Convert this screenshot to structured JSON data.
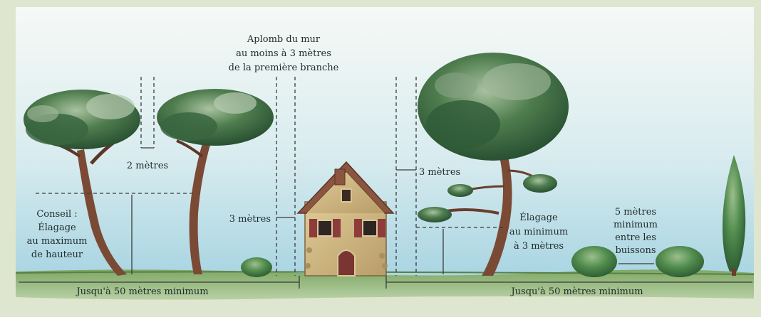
{
  "labels": {
    "wall_line1": "Aplomb du mur",
    "wall_line2": "au moins à 3 mètres",
    "wall_line3": "de la première branche",
    "two_meters": "2 mètres",
    "three_meters_house": "3 mètres",
    "three_meters_right": "3 mètres",
    "advice_line1": "Conseil :",
    "advice_line2": "Élagage",
    "advice_line3": "au maximum",
    "advice_line4": "de hauteur",
    "pruning_line1": "Élagage",
    "pruning_line2": "au minimum",
    "pruning_line3": "à 3 mètres",
    "bushes_line1": "5 mètres",
    "bushes_line2": "minimum",
    "bushes_line3": "entre les",
    "bushes_line4": "buissons",
    "distance_left": "Jusqu'à 50 mètres minimum",
    "distance_right": "Jusqu'à 50 mètres minimum"
  },
  "colors": {
    "sky_top": "#f3f7f6",
    "sky_bottom": "#b6dbe6",
    "foliage_dark": "#2f5b38",
    "foliage_mid": "#4d7c4a",
    "foliage_light": "#8fb08a",
    "trunk": "#7a4a35",
    "grass": "#6f9a58",
    "house_wall": "#c9b37f",
    "roof": "#8b5540",
    "shutter": "#8e3b3b",
    "frame": "#dfe6cf"
  }
}
